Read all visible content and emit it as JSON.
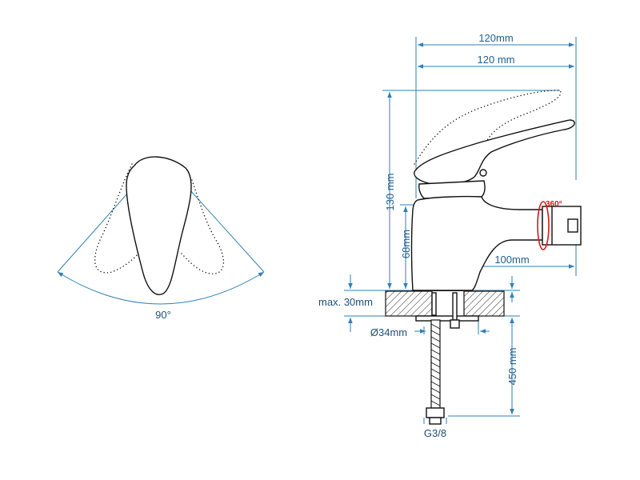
{
  "labels": {
    "width_top_1": "120mm",
    "width_top_2": "120 mm",
    "height_total": "130 mm",
    "height_spout": "68mm",
    "reach": "100mm",
    "rotation": "360°",
    "deck_thickness": "max. 30mm",
    "hole_diameter": "Ø34mm",
    "hose_length": "450 mm",
    "thread": "G3/8",
    "handle_angle": "90°"
  },
  "colors": {
    "dimension": "#2f7fb4",
    "outline": "#111111",
    "rotation_marker": "#d21a1a"
  }
}
